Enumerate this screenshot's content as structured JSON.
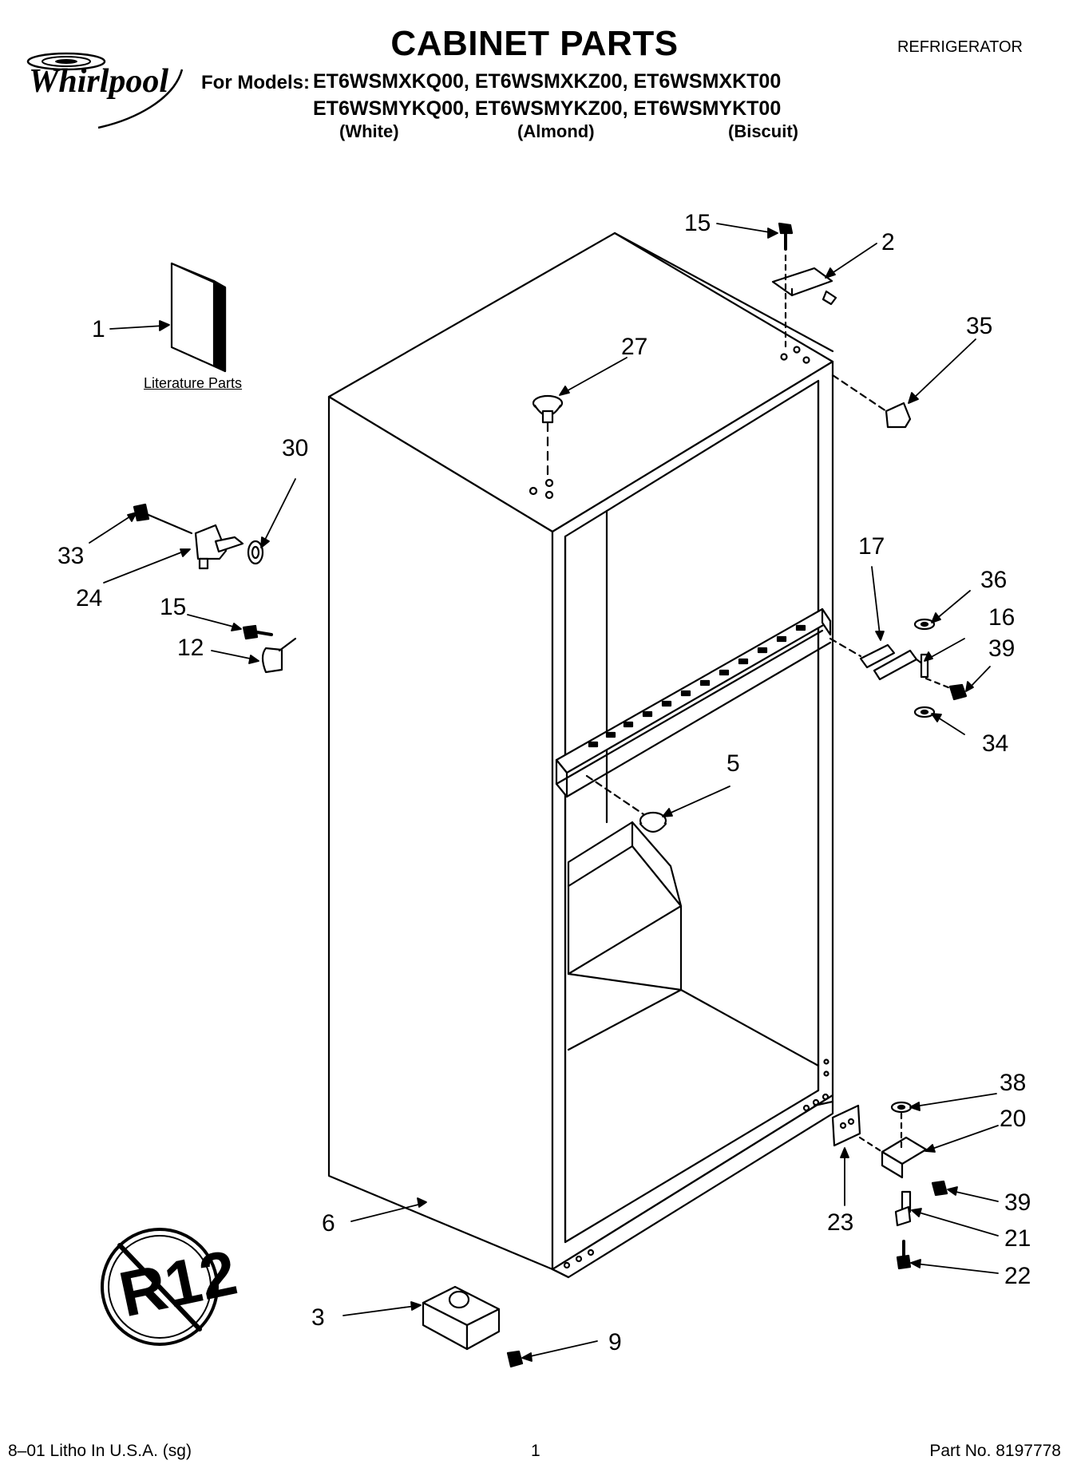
{
  "header": {
    "title": "CABINET PARTS",
    "product_type": "REFRIGERATOR",
    "brand": "Whirlpool",
    "for_models_label": "For Models:",
    "models_row1": "ET6WSMXKQ00, ET6WSMXKZ00, ET6WSMXKT00",
    "models_row2": "ET6WSMYKQ00, ET6WSMYKZ00, ET6WSMYKT00",
    "colors": [
      "(White)",
      "(Almond)",
      "(Biscuit)"
    ]
  },
  "literature_label": "Literature Parts",
  "callouts": [
    "15",
    "2",
    "35",
    "27",
    "1",
    "30",
    "33",
    "24",
    "15",
    "12",
    "17",
    "36",
    "16",
    "39",
    "34",
    "5",
    "38",
    "20",
    "39",
    "21",
    "22",
    "23",
    "6",
    "3",
    "9"
  ],
  "footer": {
    "left": "8–01 Litho In U.S.A. (sg)",
    "center": "1",
    "right": "Part No. 8197778"
  },
  "icons": [
    "whirlpool-logo",
    "no-r12-symbol"
  ]
}
